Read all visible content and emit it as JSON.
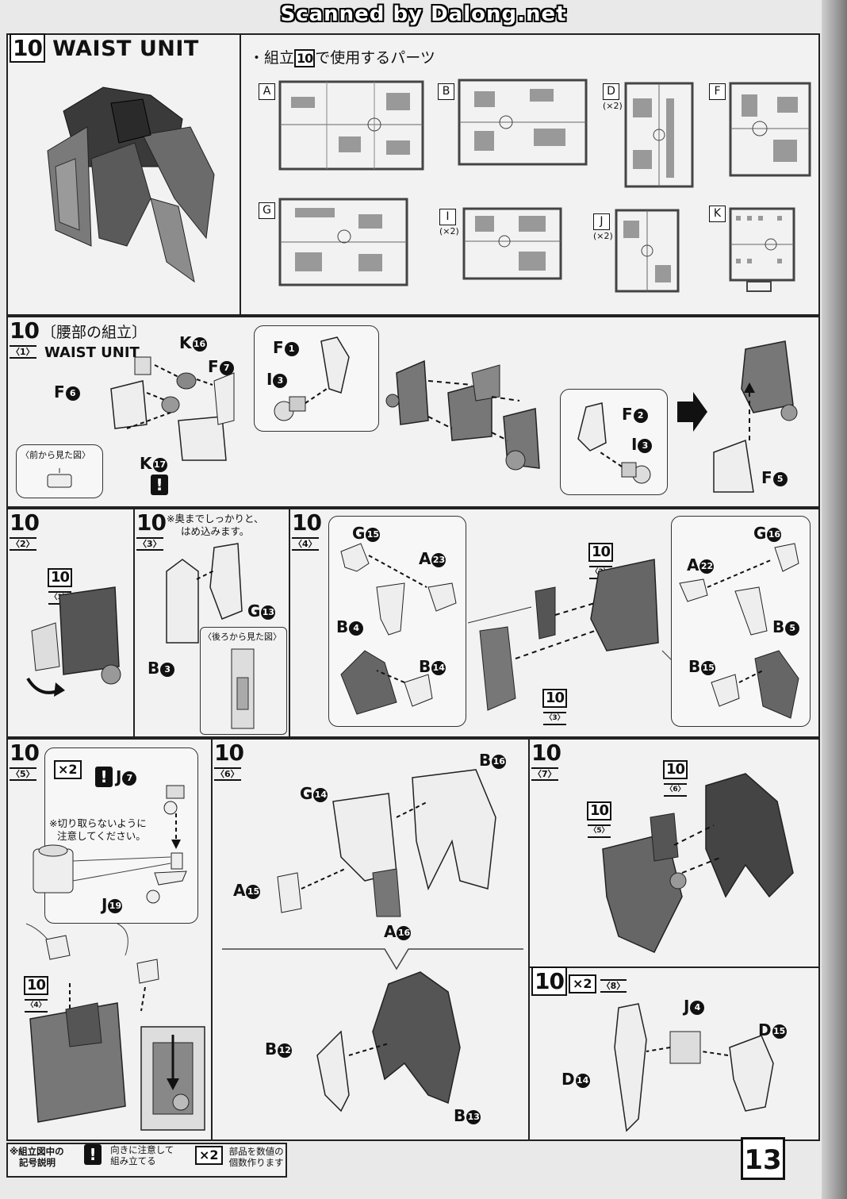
{
  "scan_credit": "Scanned by Dalong.net",
  "page_number": "13",
  "step": {
    "number": "10",
    "title": "WAIST UNIT",
    "parts_heading_pre": "・組立",
    "parts_heading_post": "で使用するパーツ"
  },
  "runners": [
    {
      "letter": "A",
      "qty": ""
    },
    {
      "letter": "B",
      "qty": ""
    },
    {
      "letter": "D",
      "qty": "(×2)"
    },
    {
      "letter": "F",
      "qty": ""
    },
    {
      "letter": "G",
      "qty": ""
    },
    {
      "letter": "I",
      "qty": "(×2)"
    },
    {
      "letter": "J",
      "qty": "(×2)"
    },
    {
      "letter": "K",
      "qty": ""
    }
  ],
  "sub1": {
    "num": "10",
    "sub": "〈1〉",
    "title_jp": "〔腰部の組立〕",
    "title_en": "WAIST UNIT",
    "front_view": "〈前から見た図〉",
    "labels": {
      "k16": {
        "letter": "K",
        "n": "16"
      },
      "f7": {
        "letter": "F",
        "n": "7"
      },
      "f6": {
        "letter": "F",
        "n": "6"
      },
      "k17": {
        "letter": "K",
        "n": "17"
      },
      "f1": {
        "letter": "F",
        "n": "1"
      },
      "i3a": {
        "letter": "I",
        "n": "3"
      },
      "f2": {
        "letter": "F",
        "n": "2"
      },
      "i3b": {
        "letter": "I",
        "n": "3"
      },
      "f5": {
        "letter": "F",
        "n": "5"
      }
    },
    "warn": "!"
  },
  "sub2": {
    "num": "10",
    "sub": "〈2〉",
    "ref_num": "10",
    "ref_sub": "〈1〉"
  },
  "sub3": {
    "num": "10",
    "sub": "〈3〉",
    "note_line1": "※奥までしっかりと、",
    "note_line2": "はめ込みます。",
    "g13": {
      "letter": "G",
      "n": "13"
    },
    "b3": {
      "letter": "B",
      "n": "3"
    },
    "back_view": "〈後ろから見た図〉"
  },
  "sub4": {
    "num": "10",
    "sub": "〈4〉",
    "g15": {
      "letter": "G",
      "n": "15"
    },
    "a23": {
      "letter": "A",
      "n": "23"
    },
    "b4": {
      "letter": "B",
      "n": "4"
    },
    "b14": {
      "letter": "B",
      "n": "14"
    },
    "g16": {
      "letter": "G",
      "n": "16"
    },
    "a22": {
      "letter": "A",
      "n": "22"
    },
    "b5": {
      "letter": "B",
      "n": "5"
    },
    "b15": {
      "letter": "B",
      "n": "15"
    },
    "ref2_num": "10",
    "ref2_sub": "〈2〉",
    "ref3_num": "10",
    "ref3_sub": "〈3〉"
  },
  "sub5": {
    "num": "10",
    "sub": "〈5〉",
    "x2": "×2",
    "warn": "!",
    "j7": {
      "letter": "J",
      "n": "7"
    },
    "note_line1": "※切り取らないように",
    "note_line2": "注意してください。",
    "j19": {
      "letter": "J",
      "n": "19"
    },
    "ref_num": "10",
    "ref_sub": "〈4〉"
  },
  "sub6": {
    "num": "10",
    "sub": "〈6〉",
    "b16": {
      "letter": "B",
      "n": "16"
    },
    "g14": {
      "letter": "G",
      "n": "14"
    },
    "a15": {
      "letter": "A",
      "n": "15"
    },
    "a16": {
      "letter": "A",
      "n": "16"
    },
    "b12": {
      "letter": "B",
      "n": "12"
    },
    "b13": {
      "letter": "B",
      "n": "13"
    }
  },
  "sub7": {
    "num": "10",
    "sub": "〈7〉",
    "ref6_num": "10",
    "ref6_sub": "〈6〉",
    "ref5_num": "10",
    "ref5_sub": "〈5〉"
  },
  "sub8": {
    "num": "10",
    "sub": "〈8〉",
    "x2": "×2",
    "j4": {
      "letter": "J",
      "n": "4"
    },
    "d15": {
      "letter": "D",
      "n": "15"
    },
    "d14": {
      "letter": "D",
      "n": "14"
    }
  },
  "legend": {
    "title_line1": "※組立図中の",
    "title_line2": "記号説明",
    "warn": "!",
    "warn_line1": "向きに注意して",
    "warn_line2": "組み立てる",
    "x2": "×2",
    "x2_line1": "部品を数値の",
    "x2_line2": "個数作ります"
  }
}
